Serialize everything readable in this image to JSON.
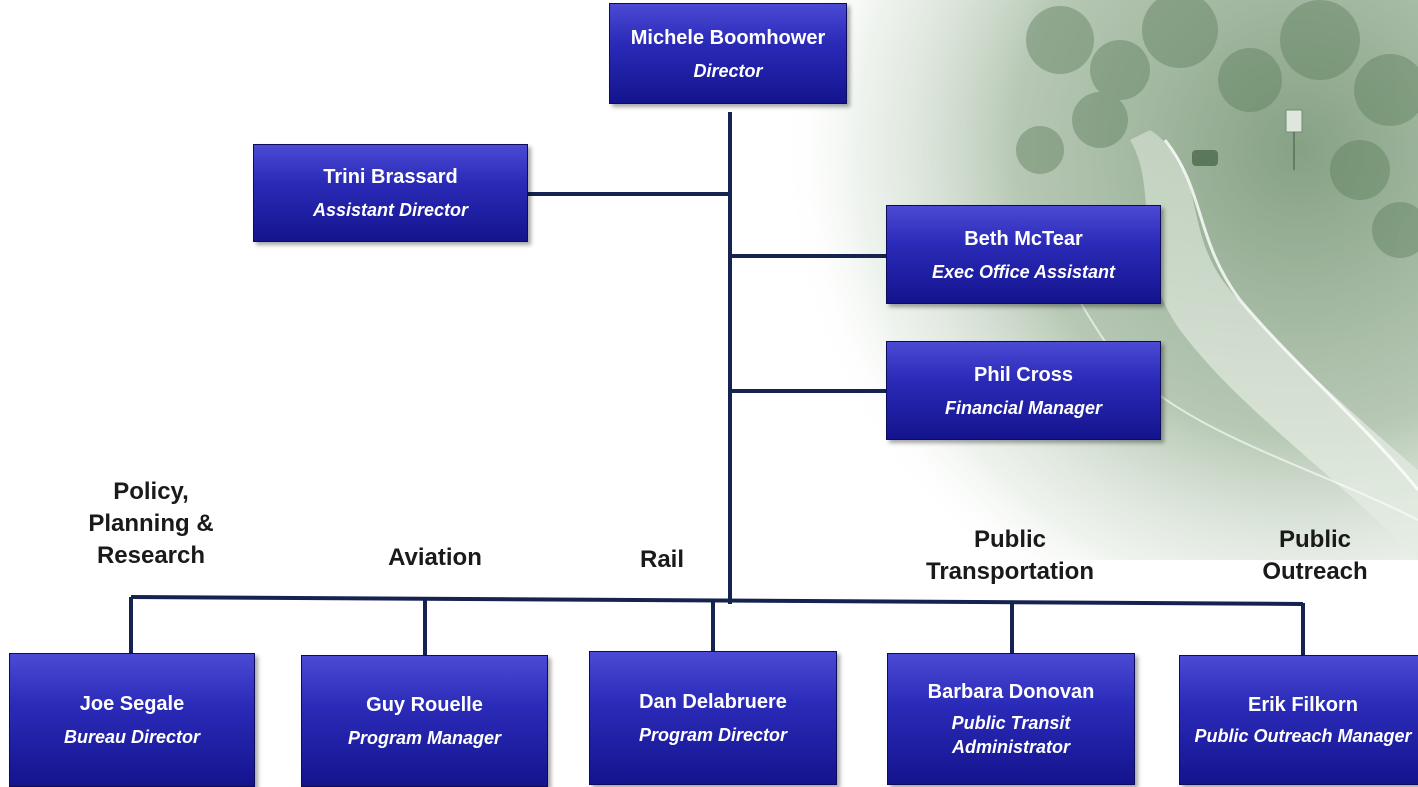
{
  "colors": {
    "box_top": "#4a4ad4",
    "box_bottom": "#14148e",
    "line": "#14234f",
    "dept_text": "#1a1a1a"
  },
  "background": {
    "image": "winding road photo, green tint"
  },
  "director": {
    "name": "Michele Boomhower",
    "role": "Director"
  },
  "assistant_director": {
    "name": "Trini Brassard",
    "role": "Assistant Director"
  },
  "exec_assistant": {
    "name": "Beth McTear",
    "role": "Exec Office Assistant"
  },
  "financial": {
    "name": "Phil Cross",
    "role": "Financial Manager"
  },
  "departments": {
    "policy": "Policy, Planning & Research",
    "aviation": "Aviation",
    "rail": "Rail",
    "public_transportation": "Public Transportation",
    "public_outreach": "Public Outreach"
  },
  "bureau": [
    {
      "name": "Joe Segale",
      "role": "Bureau Director"
    },
    {
      "name": "Guy Rouelle",
      "role": "Program Manager"
    },
    {
      "name": "Dan Delabruere",
      "role": "Program Director"
    },
    {
      "name": "Barbara Donovan",
      "role": "Public Transit Administrator"
    },
    {
      "name": "Erik Filkorn",
      "role": "Public Outreach Manager"
    }
  ]
}
